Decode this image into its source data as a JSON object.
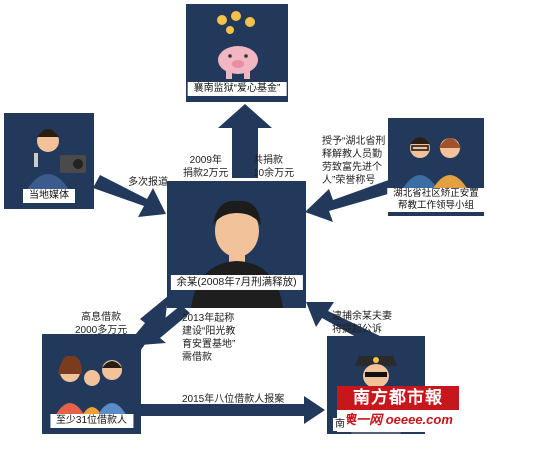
{
  "nodes": {
    "top": "襄南监狱“爱心基金”",
    "left": "当地媒体",
    "right": "湖北省社区矫正安置\n帮教工作领导小组",
    "center": "余某(2008年7月刑满释放)",
    "bottom_left": "至少31位借款人",
    "bottom_right": "南"
  },
  "edges": {
    "donate_left": "2009年\n捐款2万元",
    "donate_right": "共捐款\n10余万元",
    "media": "多次报道",
    "honor": "授予“湖北省刑\n释解教人员勤\n劳致富先进个\n人”荣誉称号",
    "borrow": "高息借款\n2000多万元",
    "base": "2013年起称\n建设“阳光教\n育安置基地”\n需借款",
    "arrest": "逮捕余某夫妻\n将提起公诉",
    "report": "2015年八位借款人报案"
  },
  "watermark": {
    "top": "南方都市報",
    "bottom": "奥一网 oeeee.com"
  },
  "colors": {
    "node_bg": "#23395b",
    "arrow": "#23395b",
    "brand_red": "#c8161d"
  }
}
